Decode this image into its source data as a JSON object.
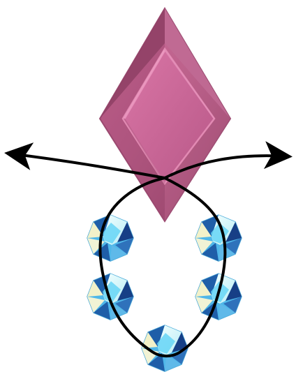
{
  "diagram": {
    "pendant_bead": {
      "icon": "diamond-bead-icon",
      "color_main": "#b65a84",
      "color_face": "#c76494",
      "color_shadow": "#8e3f63",
      "color_highlight": "#e88ab4"
    },
    "small_beads": {
      "icon": "faceted-crystal-bead-icon",
      "count": 5,
      "color_light": "#cdeff7",
      "color_mid": "#4fb7e9",
      "color_dark": "#1f5ea8",
      "color_yellow": "#f2f1c9"
    },
    "thread": {
      "color": "#000000",
      "arrows": [
        "left",
        "right"
      ]
    }
  }
}
